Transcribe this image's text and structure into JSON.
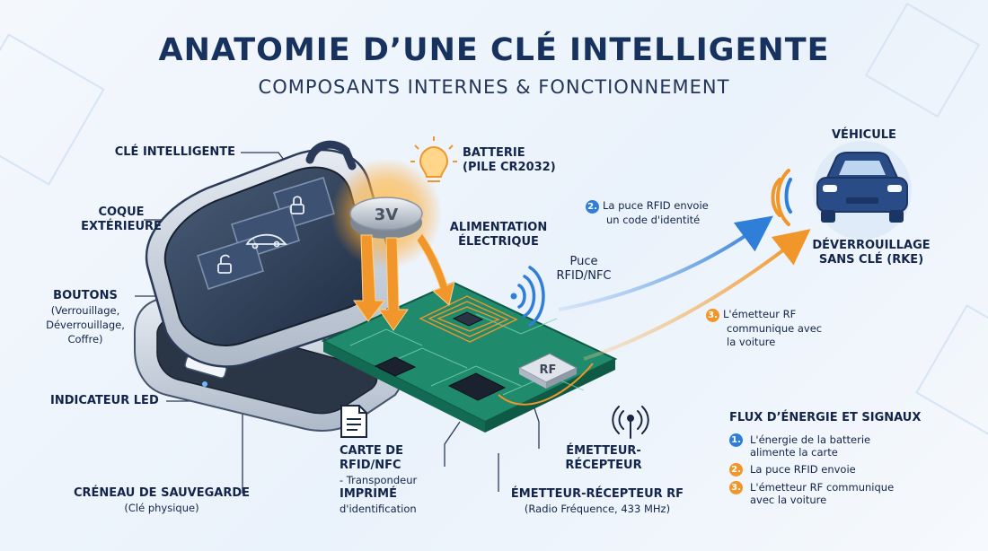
{
  "title": "ANATOMIE D’UNE CLÉ INTELLIGENTE",
  "subtitle": "COMPOSANTS INTERNES & FONCTIONNEMENT",
  "labels": {
    "cle": "CLÉ INTELLIGENTE",
    "coque_1": "COQUE",
    "coque_2": "EXTÉRIEURE",
    "boutons": "BOUTONS",
    "boutons_sub_1": "(Verrouillage,",
    "boutons_sub_2": "Déverrouillage,",
    "boutons_sub_3": "Coffre)",
    "led": "INDICATEUR LED",
    "creneau": "CRÉNEAU DE SAUVEGARDE",
    "creneau_sub": "(Clé physique)",
    "batterie_1": "BATTERIE",
    "batterie_2": "(PILE CR2032)",
    "battery_mark": "3V",
    "alim_1": "ALIMENTATION",
    "alim_2": "ÉLECTRIQUE",
    "puce_1": "Puce",
    "puce_2": "RFID/NFC",
    "rf_chip": "RF",
    "carte_1": "CARTE DE",
    "carte_2": "RFID/NFC",
    "carte_3": "- Transpondeur",
    "carte_4": "IMPRIMÉ",
    "carte_5": "d'identification",
    "emet_1": "ÉMETTEUR-",
    "emet_2": "RÉCEPTEUR",
    "emet_rf": "ÉMETTEUR-RÉCEPTEUR RF",
    "emet_rf_sub": "(Radio Fréquence, 433 MHz)",
    "vehicule": "VÉHICULE",
    "deverr_1": "DÉVERROUILLAGE",
    "deverr_2": "SANS CLÉ (RKE)"
  },
  "notes": {
    "n2_num": "2.",
    "n2_line1": "La puce RFID envoie",
    "n2_line2": "un code d'identité",
    "n3_num": "3.",
    "n3_line1": "L'émetteur RF",
    "n3_line2": "communique avec",
    "n3_line3": "la voiture"
  },
  "flux": {
    "title": "FLUX D’ÉNERGIE ET SIGNAUX",
    "items": [
      {
        "num": "1.",
        "line1": "L'énergie de la batterie",
        "line2": "alimente la carte"
      },
      {
        "num": "2.",
        "line1": "La puce RFID envoie",
        "line2": ""
      },
      {
        "num": "3.",
        "line1": "L'émetteur RF communique",
        "line2": "avec la voiture"
      }
    ]
  },
  "colors": {
    "navy": "#17325e",
    "blue_signal": "#2f7fd8",
    "orange_energy": "#f0962a",
    "pcb_green": "#1f8a6c"
  },
  "icons": [
    "bulb-icon",
    "document-icon",
    "antenna-icon",
    "car-icon",
    "wifi-signal-icon",
    "lock-icon",
    "unlock-icon",
    "trunk-car-icon"
  ]
}
